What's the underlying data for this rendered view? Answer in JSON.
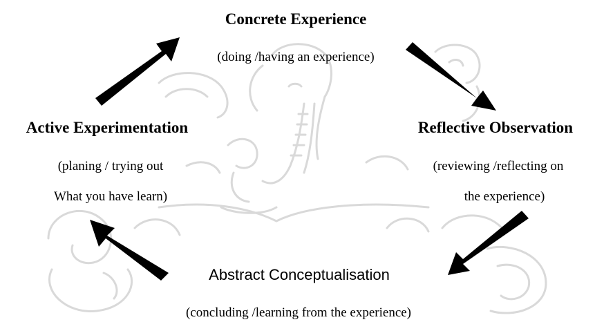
{
  "diagram": {
    "stages": {
      "concrete": {
        "title": "Concrete Experience",
        "desc": [
          "(doing /having an experience)"
        ]
      },
      "reflective": {
        "title": "Reflective Observation",
        "desc": [
          "(reviewing /reflecting on",
          "the experience)"
        ]
      },
      "abstract": {
        "title": "Abstract Conceptualisation",
        "desc": [
          "(concluding /learning from the experience)"
        ]
      },
      "active": {
        "title": "Active Experimentation",
        "desc": [
          "(planing / trying out",
          "What you have learn)"
        ]
      }
    },
    "colors": {
      "arrow": "#000000",
      "watermark": "#d9d9d9",
      "text": "#000000"
    },
    "watermark_icon": "elephant-seal-watermark"
  }
}
